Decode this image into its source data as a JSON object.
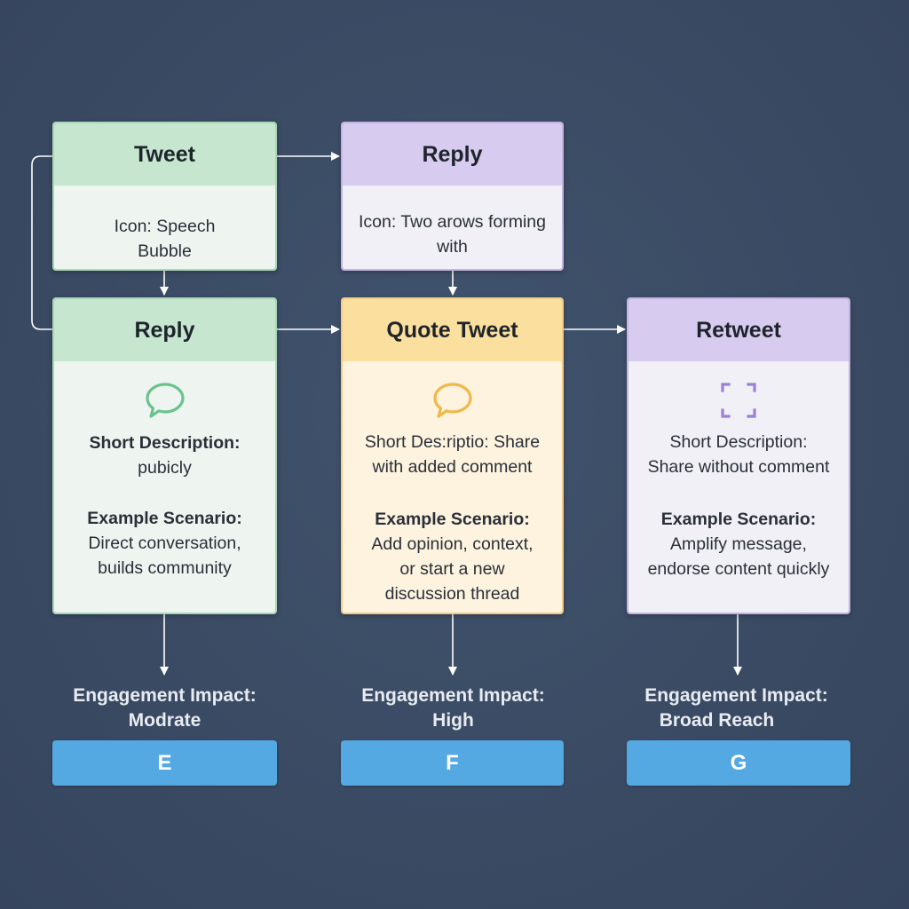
{
  "colors": {
    "background": "#3c4d66",
    "green_head": "#c6e6cf",
    "purple_head": "#d7cbef",
    "yellow_head": "#fbdf9e",
    "label_button": "#55a9e3",
    "connector": "#ffffff"
  },
  "cards": {
    "tweet": {
      "title": "Tweet",
      "line1": "Icon: Speech",
      "line2": "Bubble"
    },
    "reply_top": {
      "title": "Reply",
      "line1": "Icon: Two arows forming",
      "line2": "with"
    },
    "reply": {
      "title": "Reply",
      "icon": "speech-bubble-icon",
      "desc_label": "Short Description:",
      "desc_text": "pubicly",
      "scenario_label": "Example Scenario:",
      "scenario_line1": "Direct conversation,",
      "scenario_line2": "builds community"
    },
    "quote_tweet": {
      "title": "Quote Tweet",
      "icon": "speech-bubble-icon",
      "desc_line1": "Short Des:riptio: Share",
      "desc_line2": "with added comment",
      "scenario_label": "Example Scenario:",
      "scenario_line1": "Add opinion, context,",
      "scenario_line2": "or start a new",
      "scenario_line3": "discussion thread"
    },
    "retweet": {
      "title": "Retweet",
      "icon": "dashed-square-icon",
      "desc_line1": "Short Description:",
      "desc_line2": "Share without comment",
      "scenario_label": "Example Scenario:",
      "scenario_line1": "Amplify message,",
      "scenario_line2": "endorse content quickly"
    }
  },
  "impacts": [
    {
      "label": "Engagement Impact:",
      "value": "Modrate",
      "button": "E"
    },
    {
      "label": "Engagement Impact:",
      "value": "High",
      "button": "F"
    },
    {
      "label": "Engagement Impact:",
      "value": "Broad Reach",
      "button": "G"
    }
  ]
}
